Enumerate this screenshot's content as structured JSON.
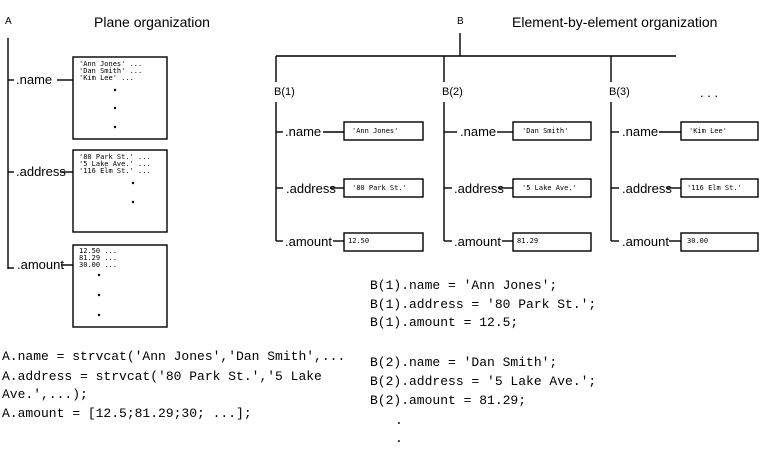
{
  "plane": {
    "label_a": "A",
    "title": "Plane organization",
    "fields": {
      "name": ".name",
      "address": ".address",
      "amount": ".amount"
    },
    "name_box": [
      "'Ann Jones' ...",
      "'Dan Smith' ...",
      "'Kim Lee' ..."
    ],
    "address_box": [
      "'80 Park St.' ...",
      "'5 Lake Ave.' ...",
      "'116 Elm St.' ..."
    ],
    "amount_box": [
      "12.50 ...",
      "81.29 ...",
      "30.00 ..."
    ]
  },
  "element": {
    "label_b": "B",
    "title": "Element-by-element organization",
    "ellipsis": ". . .",
    "fields": {
      "name": ".name",
      "address": ".address",
      "amount": ".amount"
    },
    "elements": [
      {
        "label": "B(1)",
        "name": "'Ann Jones'",
        "address": "'80 Park St.'",
        "amount": "12.50"
      },
      {
        "label": "B(2)",
        "name": "'Dan Smith'",
        "address": "'5 Lake Ave.'",
        "amount": "81.29"
      },
      {
        "label": "B(3)",
        "name": "'Kim Lee'",
        "address": "'116 Elm St.'",
        "amount": "30.00"
      }
    ]
  },
  "code_a": [
    "A.name = strvcat('Ann Jones','Dan Smith',...",
    "A.address = strvcat('80 Park St.','5 Lake",
    "Ave.',...);",
    "A.amount = [12.5;81.29;30; ...];"
  ],
  "code_b": [
    "B(1).name = 'Ann Jones';",
    "B(1).address = '80 Park St.';",
    "B(1).amount = 12.5;",
    "B(2).name = 'Dan Smith';",
    "B(2).address = '5 Lake Ave.';",
    "B(2).amount = 81.29;"
  ],
  "code_b_cont": "."
}
